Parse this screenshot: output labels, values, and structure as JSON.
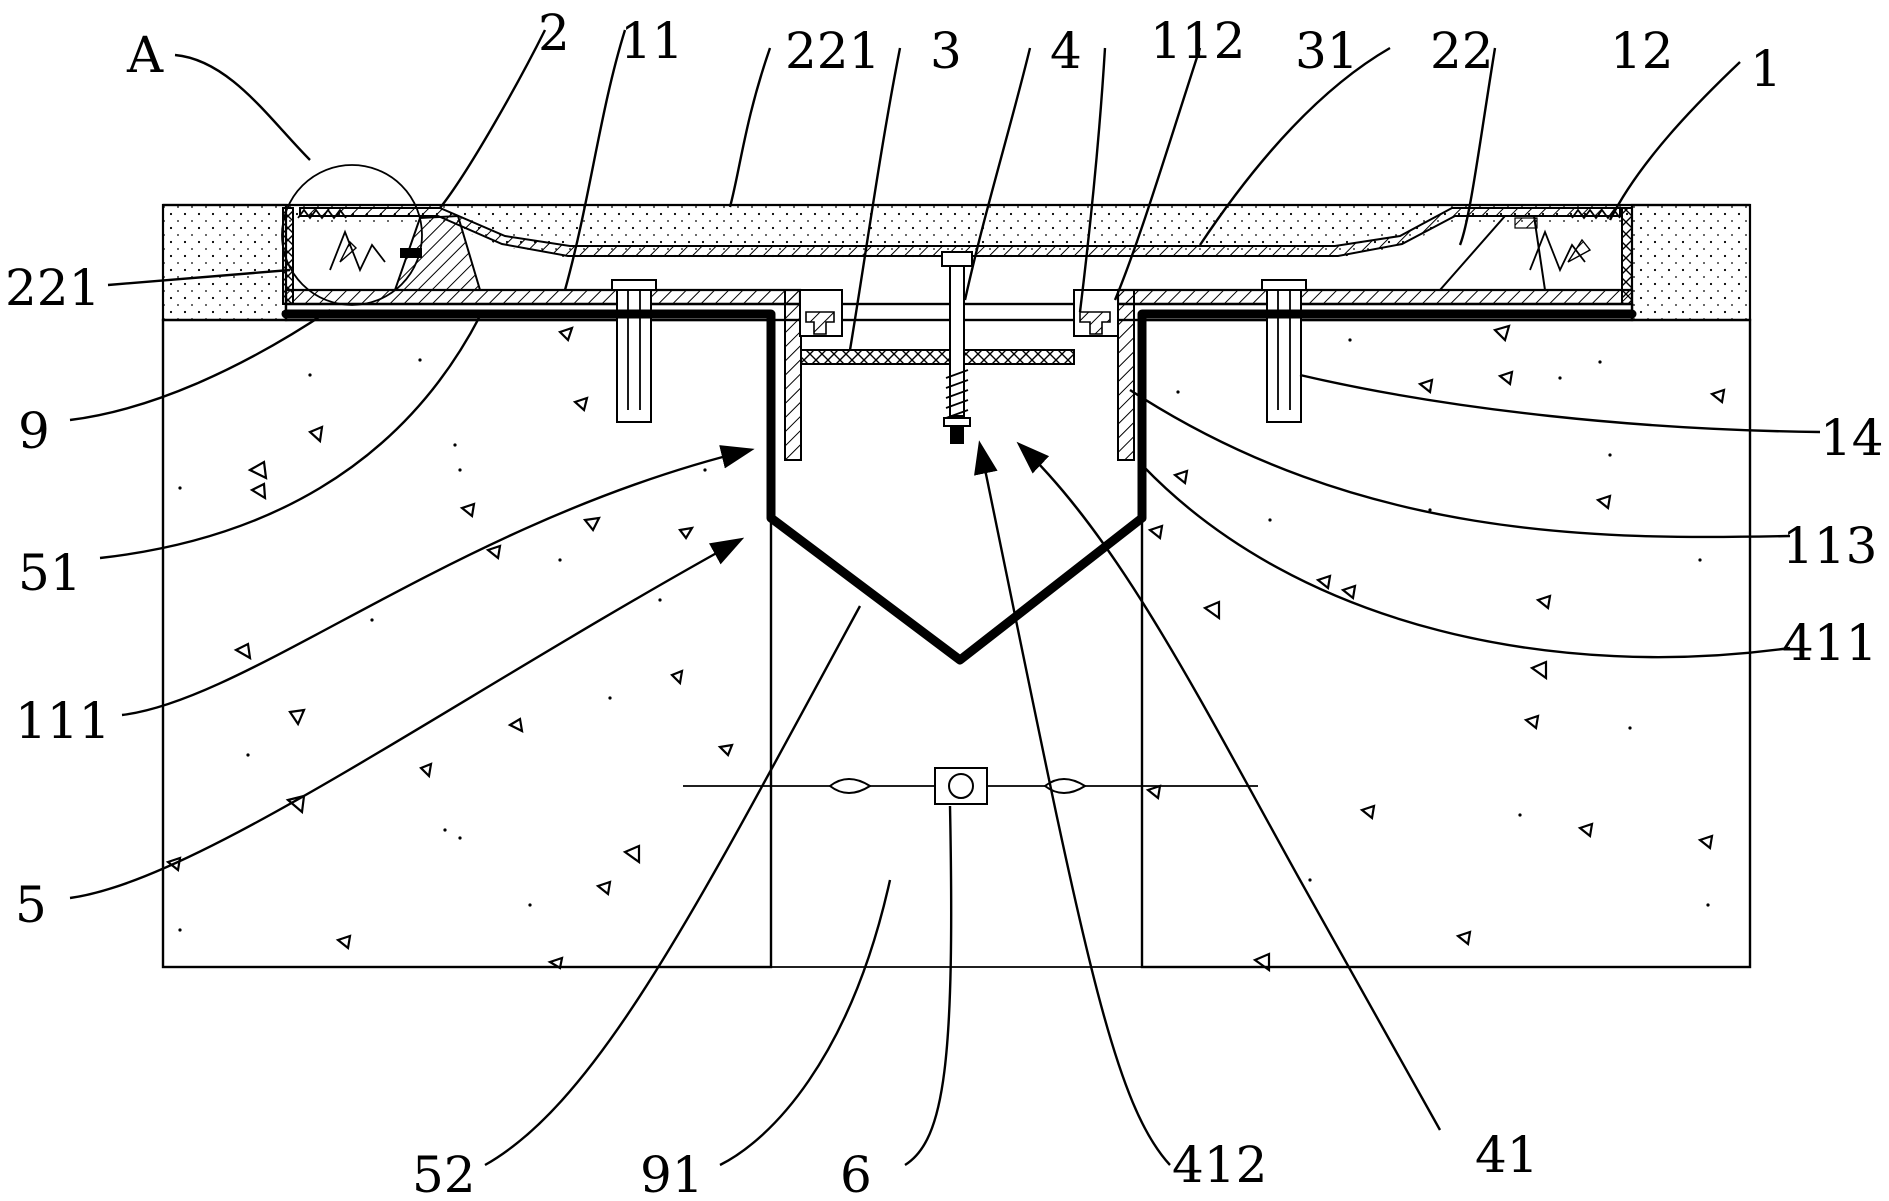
{
  "labels": {
    "A": "A",
    "n2": "2",
    "n11": "11",
    "n221_top": "221",
    "n3": "3",
    "n4": "4",
    "n112": "112",
    "n31": "31",
    "n22": "22",
    "n12": "12",
    "n1": "1",
    "n221_left": "221",
    "n9": "9",
    "n14": "14",
    "n51": "51",
    "n113": "113",
    "n411": "411",
    "n111": "111",
    "n5": "5",
    "n52": "52",
    "n91": "91",
    "n6": "6",
    "n412": "412",
    "n41": "41"
  }
}
